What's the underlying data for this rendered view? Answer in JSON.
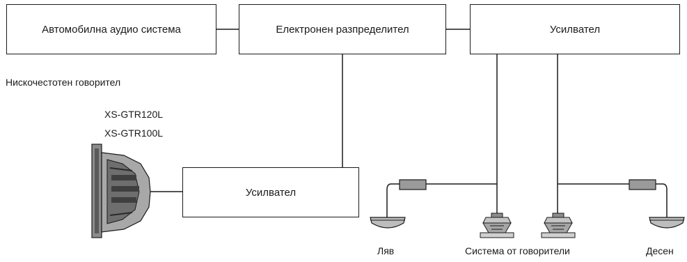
{
  "diagram": {
    "blocks": {
      "car_audio": "Автомобилна аудио система",
      "crossover": "Електронен разпределител",
      "amp_main": "Усилвател",
      "amp_sub": "Усилвател"
    },
    "labels": {
      "subwoofer": "Нискочестотен говорител",
      "model_1": "XS-GTR120L",
      "model_2": "XS-GTR100L",
      "left": "Ляв",
      "speaker_system": "Система от говорители",
      "right": "Десен"
    },
    "colors": {
      "line": "#1a1a1a",
      "device_gray": "#9a9a9a",
      "device_dark": "#4a4a4a"
    }
  }
}
